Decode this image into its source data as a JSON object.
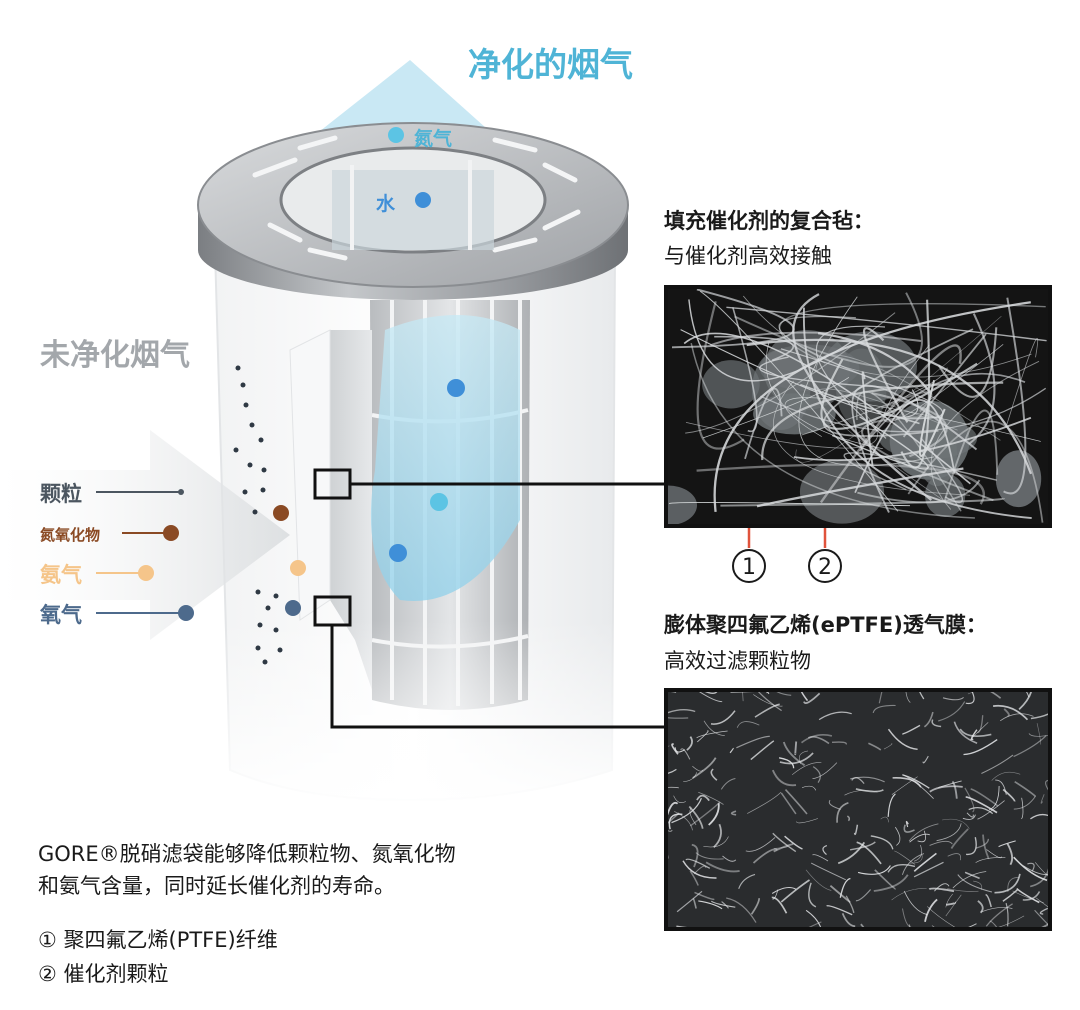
{
  "header": {
    "clean_gas_title": "净化的烟气",
    "raw_gas_title": "未净化烟气"
  },
  "outlet_labels": {
    "nitrogen": "氮气",
    "water": "水"
  },
  "inlet_labels": [
    {
      "key": "particles",
      "text": "颗粒",
      "color": "#4c5660"
    },
    {
      "key": "nox",
      "text": "氮氧化物",
      "color": "#8a4a24"
    },
    {
      "key": "ammonia",
      "text": "氨气",
      "color": "#f5c58a"
    },
    {
      "key": "oxygen",
      "text": "氧气",
      "color": "#4d6a8c"
    }
  ],
  "panels": {
    "felt": {
      "title": "填充催化剂的复合毡：",
      "subtitle": "与催化剂高效接触",
      "callouts": [
        "1",
        "2"
      ]
    },
    "membrane": {
      "title": "膨体聚四氟乙烯(ePTFE)透气膜：",
      "subtitle": "高效过滤颗粒物"
    }
  },
  "caption": {
    "line1": "GORE®脱硝滤袋能够降低颗粒物、氮氧化物",
    "line2": "和氨气含量，同时延长催化剂的寿命。"
  },
  "legend": [
    "① 聚四氟乙烯(PTFE)纤维",
    "② 催化剂颗粒"
  ],
  "colors": {
    "clean_title": "#4fb4d6",
    "raw_title": "#a3a7ab",
    "water_drop": "#3f8fd8",
    "nitrogen_drop": "#5cc4e4",
    "callout_arrow": "#e0533c"
  }
}
